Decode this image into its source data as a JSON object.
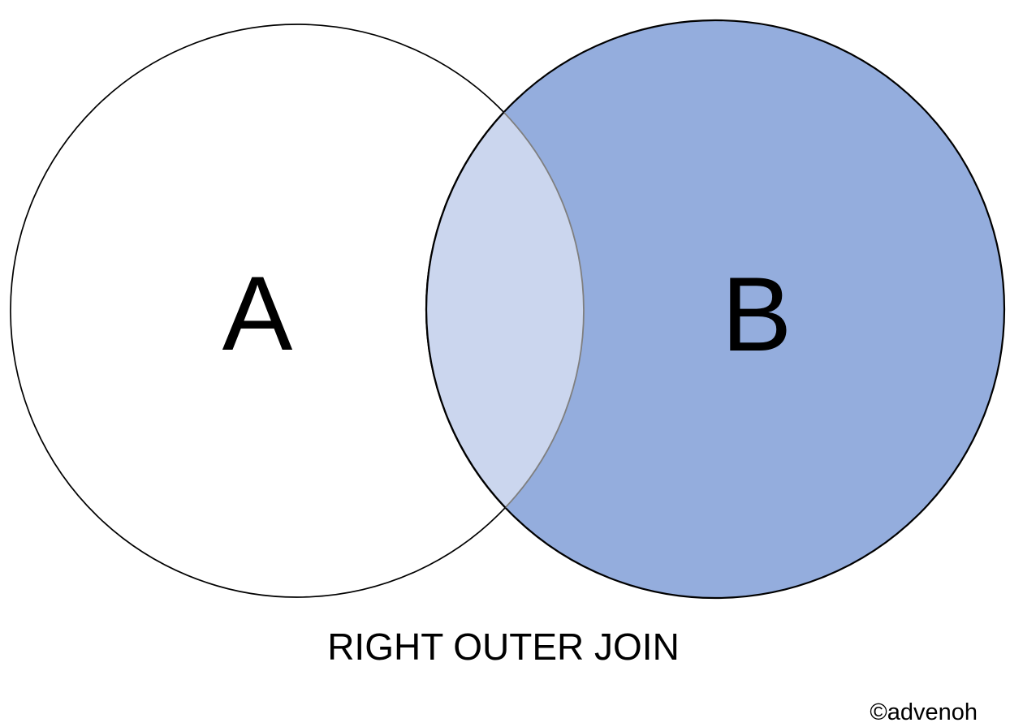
{
  "diagram": {
    "title": "RIGHT OUTER JOIN",
    "watermark": "©advenoh",
    "sets": {
      "a_label": "A",
      "b_label": "B"
    },
    "colors": {
      "background": "#ffffff",
      "circle_outline": "#000000",
      "b_fill": "#94ADDD",
      "intersection_fill": "#CBD6EE",
      "intersection_edge": "#7F7F7F",
      "text": "#000000"
    }
  }
}
